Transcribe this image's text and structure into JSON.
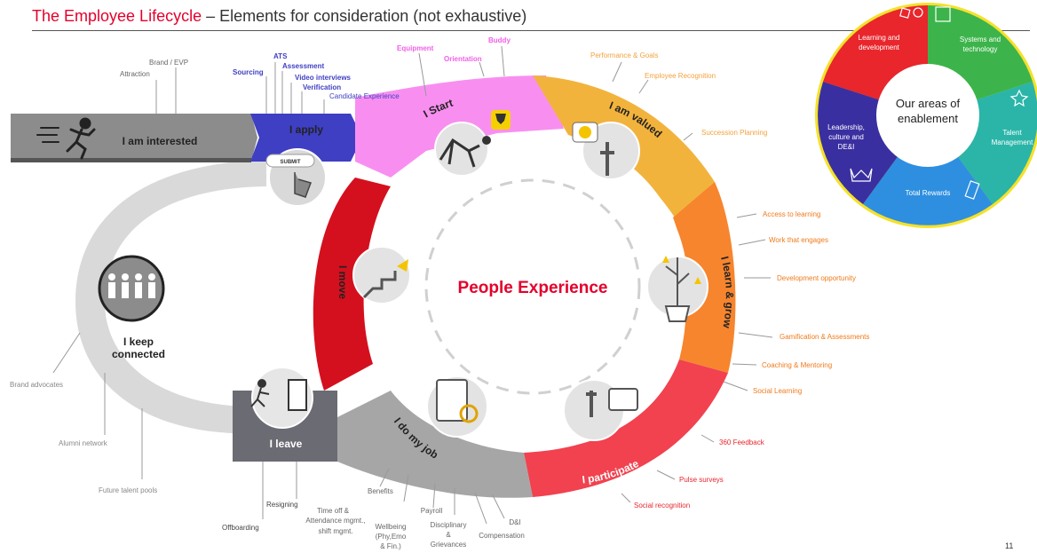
{
  "title": {
    "prefix": "The Employee Lifecycle",
    "suffix": " – Elements for consideration (not exhaustive)"
  },
  "page_number": "11",
  "center_label": "People Experience",
  "stages": {
    "interested": "I am interested",
    "apply": "I apply",
    "start": "I Start",
    "valued": "I am valued",
    "learn": "I learn & grow",
    "participate": "I participate",
    "do_job": "I do my job",
    "leave": "I leave",
    "move": "I move",
    "keep_connected_1": "I keep",
    "keep_connected_2": "connected"
  },
  "submit_label": "SUBMIT",
  "labels": {
    "attraction": "Attraction",
    "brand_evp": "Brand / EVP",
    "sourcing": "Sourcing",
    "ats": "ATS",
    "assessment": "Assessment",
    "video_interviews": "Video interviews",
    "verification": "Verification",
    "candidate_experience": "Candidate Experience",
    "equipment": "Equipment",
    "buddy": "Buddy",
    "orientation": "Orientation",
    "performance_goals": "Performance & Goals",
    "employee_recognition": "Employee Recognition",
    "succession_planning": "Succession Planning",
    "access_learning": "Access to learning",
    "work_engages": "Work that engages",
    "development_opportunity": "Development opportunity",
    "gamification": "Gamification & Assessments",
    "coaching": "Coaching & Mentoring",
    "social_learning": "Social Learning",
    "feedback_360": "360 Feedback",
    "pulse_surveys": "Pulse surveys",
    "social_recognition": "Social recognition",
    "benefits": "Benefits",
    "time_off_1": "Time off &",
    "time_off_2": "Attendance mgmt.,",
    "time_off_3": "shift mgmt.",
    "wellbeing_1": "Wellbeing",
    "wellbeing_2": "(Phy,Emo",
    "wellbeing_3": "& Fin.)",
    "payroll": "Payroll",
    "disciplinary_1": "Disciplinary",
    "disciplinary_2": "&",
    "disciplinary_3": "Grievances",
    "compensation": "Compensation",
    "dni": "D&I",
    "resigning": "Resigning",
    "offboarding": "Offboarding",
    "brand_advocates": "Brand advocates",
    "alumni_network": "Alumni network",
    "future_talent": "Future talent pools"
  },
  "enablement": {
    "center_1": "Our areas of",
    "center_2": "enablement",
    "learning_1": "Learning and",
    "learning_2": "development",
    "systems_1": "Systems and",
    "systems_2": "technology",
    "talent_1": "Talent",
    "talent_2": "Management",
    "rewards": "Total Rewards",
    "leadership_1": "Leadership,",
    "leadership_2": "culture and",
    "leadership_3": "DE&I"
  },
  "colors": {
    "brand_red": "#e4002b",
    "interested": "#8c8c8c",
    "apply": "#3f3fc4",
    "start": "#f88ff0",
    "valued": "#f2b33d",
    "learn": "#f7852e",
    "participate": "#f2414f",
    "do_job": "#a6a6a6",
    "leave": "#6b6b73",
    "move": "#d4101e",
    "learning_wedge": "#e8262c",
    "systems_wedge": "#3cb44b",
    "talent_wedge": "#2bb5a8",
    "rewards_wedge": "#2e8fe0",
    "leadership_wedge": "#3a2fa0",
    "ring_border": "#f5e12a"
  }
}
